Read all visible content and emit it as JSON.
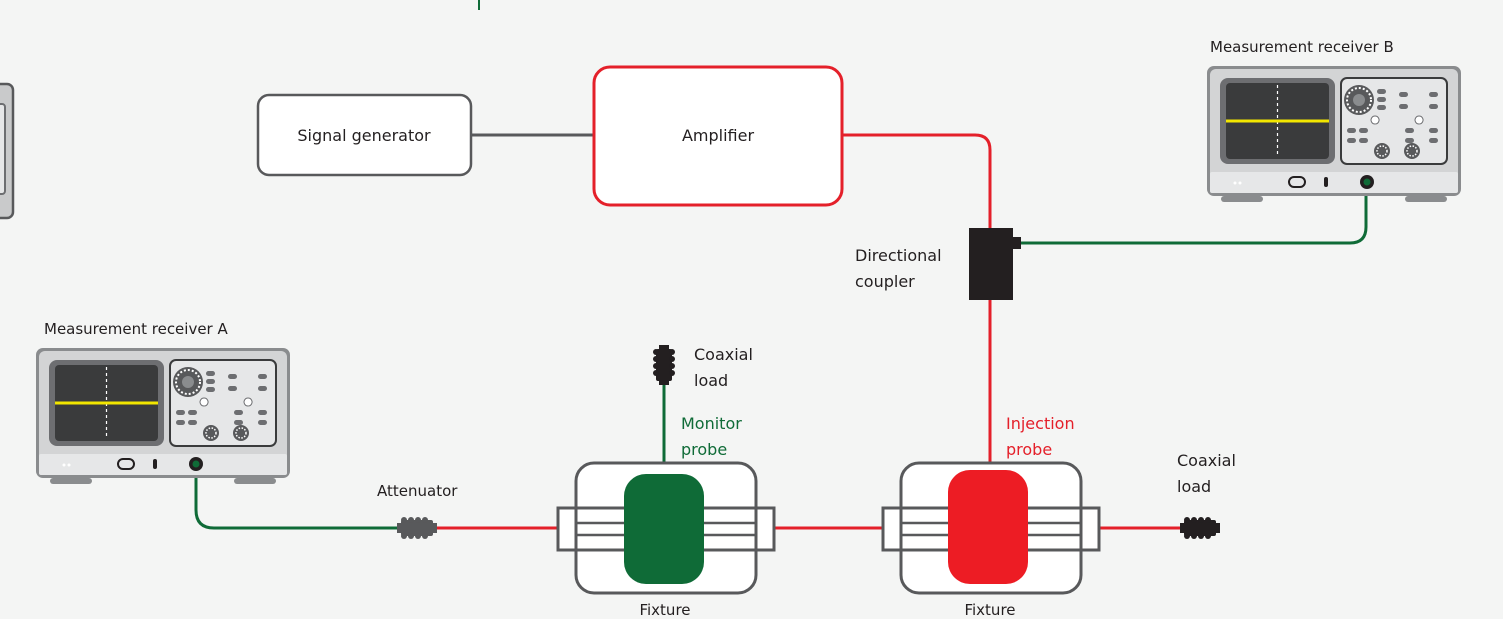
{
  "colors": {
    "background": "#f4f5f4",
    "red_line": "#e4202a",
    "green_line": "#0f6b37",
    "outline": "#58595b",
    "text": "#231f20",
    "monitor_label": "#0f6b37",
    "injection_label": "#e4202a",
    "screen_trace": "#f2e600"
  },
  "labels": {
    "signal_generator": "Signal generator",
    "amplifier": "Amplifier",
    "measurement_receiver_b": "Measurement receiver B",
    "measurement_receiver_a": "Measurement receiver A",
    "directional_coupler_line1": "Directional",
    "directional_coupler_line2": "coupler",
    "coaxial_load_top_line1": "Coaxial",
    "coaxial_load_top_line2": "load",
    "coaxial_load_right_line1": "Coaxial",
    "coaxial_load_right_line2": "load",
    "monitor_probe_line1": "Monitor",
    "monitor_probe_line2": "probe",
    "injection_probe_line1": "Injection",
    "injection_probe_line2": "probe",
    "attenuator": "Attenuator",
    "fixture_left": "Fixture",
    "fixture_right": "Fixture"
  },
  "icons": [
    "measurement-receiver-icon",
    "directional-coupler-icon",
    "coaxial-load-icon",
    "attenuator-icon",
    "fixture-icon",
    "current-probe-icon"
  ]
}
